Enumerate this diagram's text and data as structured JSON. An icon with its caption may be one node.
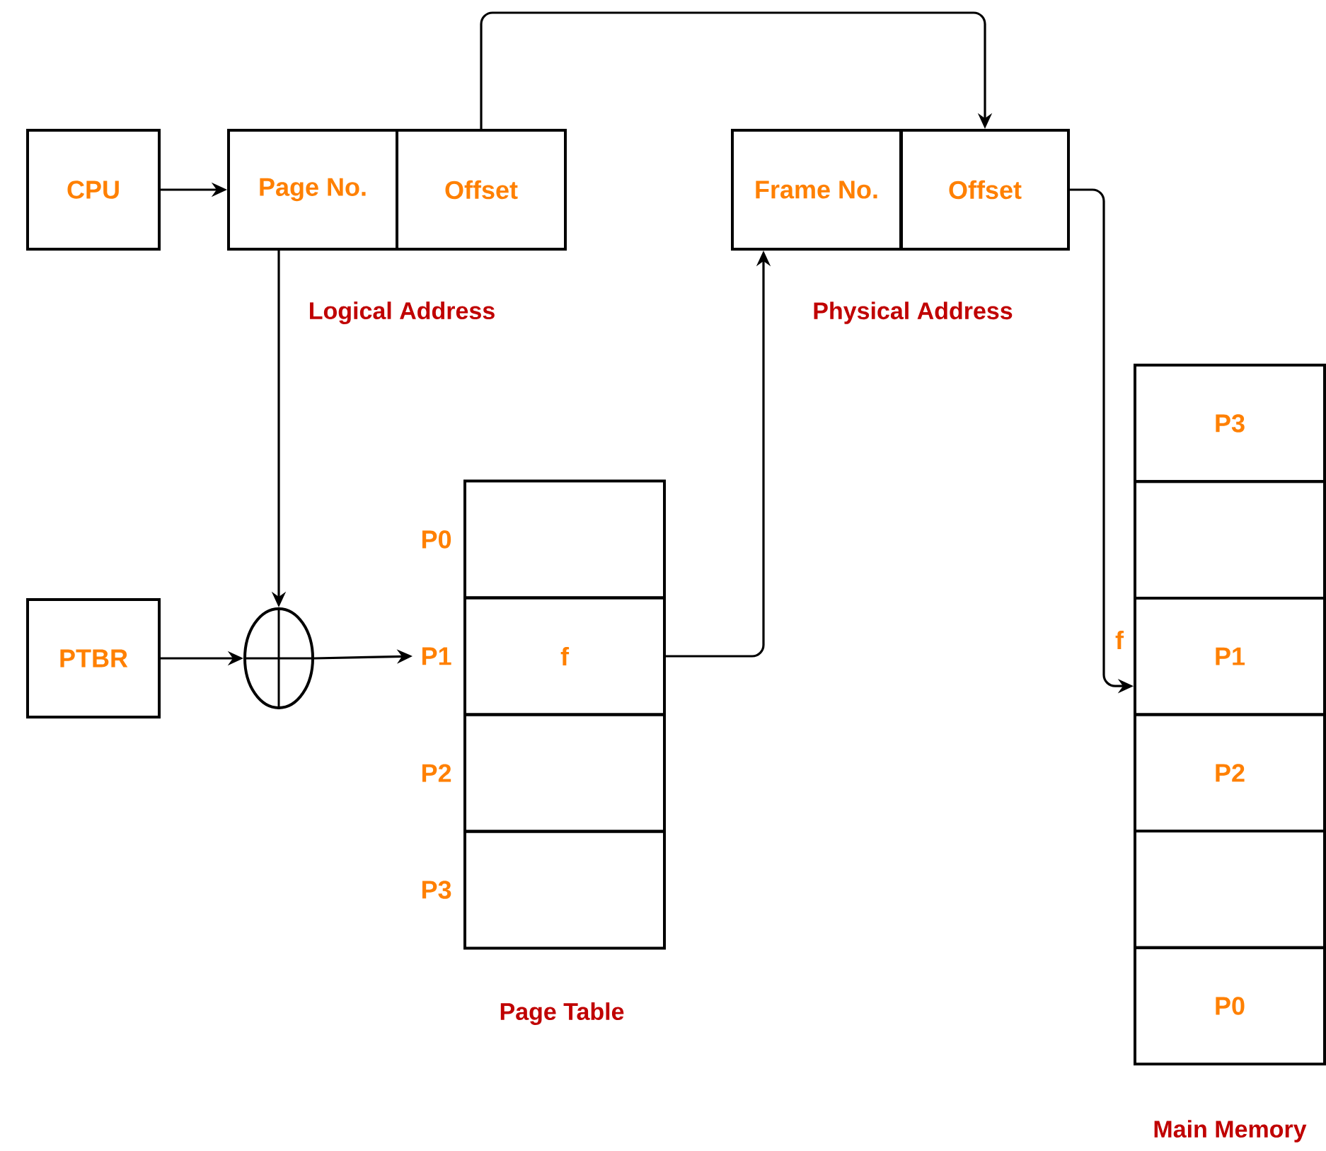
{
  "diagram": {
    "nodes": [
      {
        "text": [
          "CPU"
        ]
      },
      {
        "text": [
          "Page No."
        ]
      },
      {
        "text": [
          "Offset"
        ]
      },
      {
        "text": [
          "Frame No."
        ]
      },
      {
        "text": [
          "Offset"
        ]
      },
      {
        "text": [
          "PTBR"
        ]
      },
      {
        "text": [],
        "shape": "circle"
      },
      {
        "text": [],
        "shape": "box",
        "beside": [
          "P0"
        ]
      },
      {
        "text": [
          "f"
        ],
        "beside": [
          "P1"
        ]
      },
      {
        "text": [],
        "shape": "box",
        "beside": [
          "P2"
        ]
      },
      {
        "text": [],
        "shape": "box",
        "beside": [
          "P3"
        ]
      },
      {
        "text": [
          "P3"
        ]
      },
      {
        "text": [],
        "shape": "box"
      },
      {
        "text": [
          "P1"
        ]
      },
      {
        "text": [
          "P2"
        ]
      },
      {
        "text": [],
        "shape": "box"
      },
      {
        "text": [
          "P0"
        ]
      }
    ],
    "edges": [
      {
        "from": 0,
        "to": 1,
        "arrow": "to"
      },
      {
        "from": 2,
        "to": 4,
        "arrow": "to"
      },
      {
        "from": 1,
        "to": 6,
        "arrow": "to"
      },
      {
        "from": 5,
        "to": 6,
        "arrow": "to"
      },
      {
        "from": 6,
        "to": 8,
        "arrow": "to"
      },
      {
        "from": 8,
        "to": 3,
        "arrow": "to"
      },
      {
        "from": 4,
        "to": 13,
        "arrow": "to",
        "label": "f"
      }
    ],
    "labels": [
      "Logical Address",
      "Physical Address",
      "Page Table",
      "Main Memory"
    ]
  }
}
